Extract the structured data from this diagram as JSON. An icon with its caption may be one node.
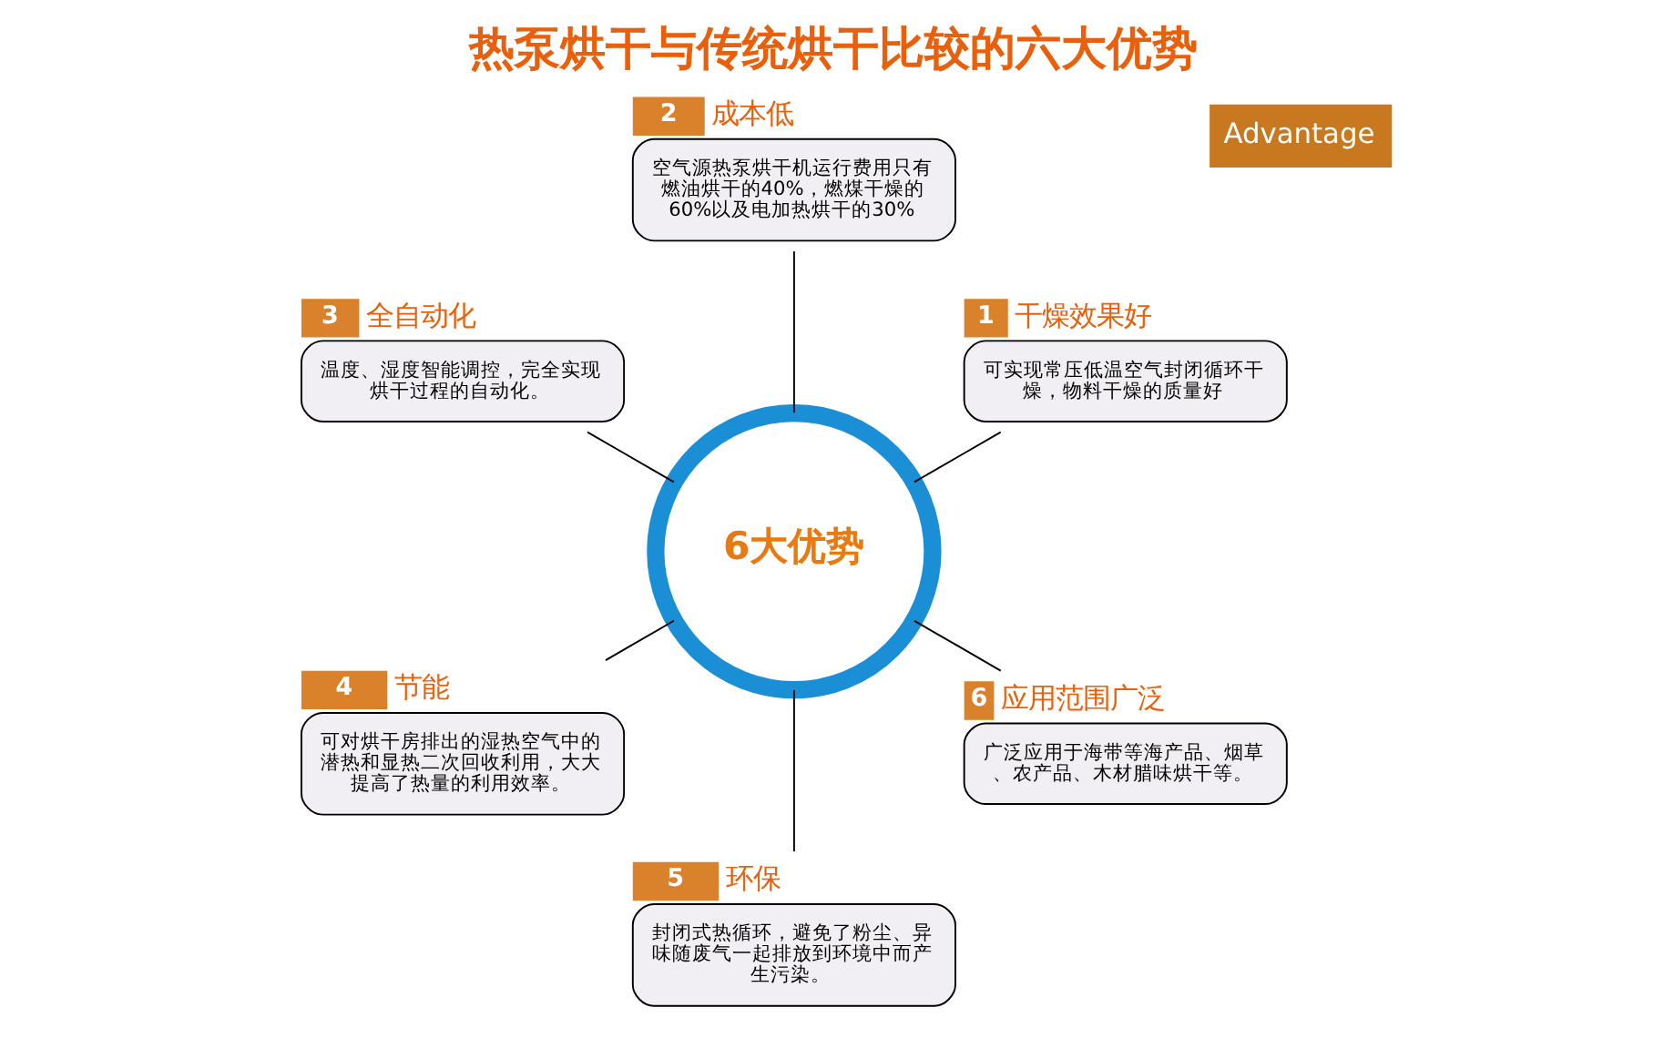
{
  "diagram": {
    "title": "热泵烘干与传统烘干比较的六大优势",
    "nodes": [
      {
        "text": [
          "6大优势"
        ]
      },
      {
        "text": [
          "1",
          "干燥效果好",
          "可实现常压低温空气封闭循环干燥，物料干燥的质量好"
        ]
      },
      {
        "text": [
          "2",
          "成本低",
          "空气源热泵烘干机运行费用只有燃油烘干的40%，燃煤干燥的60%以及电加热烘干的30%"
        ]
      },
      {
        "text": [
          "3",
          "全自动化",
          "温度、湿度智能调控，完全实现烘干过程的自动化。"
        ]
      },
      {
        "text": [
          "4",
          "节能",
          "可对烘干房排出的湿热空气中的潜热和显热二次回收利用，大大提高了热量的利用效率。"
        ]
      },
      {
        "text": [
          "5",
          "环保",
          "封闭式热循环，避免了粉尘、异味随废气一起排放到环境中而产生污染。"
        ]
      },
      {
        "text": [
          "6",
          "应用范围广泛",
          "广泛应用于海带等海产品、烟草、农产品、木材腊味烘干等。"
        ]
      }
    ],
    "edges": [
      {
        "from": 1,
        "to": 0,
        "arrow": "none"
      },
      {
        "from": 2,
        "to": 0,
        "arrow": "none"
      },
      {
        "from": 3,
        "to": 0,
        "arrow": "none"
      },
      {
        "from": 4,
        "to": 0,
        "arrow": "none"
      },
      {
        "from": 5,
        "to": 0,
        "arrow": "none"
      },
      {
        "from": 6,
        "to": 0,
        "arrow": "none"
      }
    ],
    "labels": [
      "Advantage"
    ]
  }
}
